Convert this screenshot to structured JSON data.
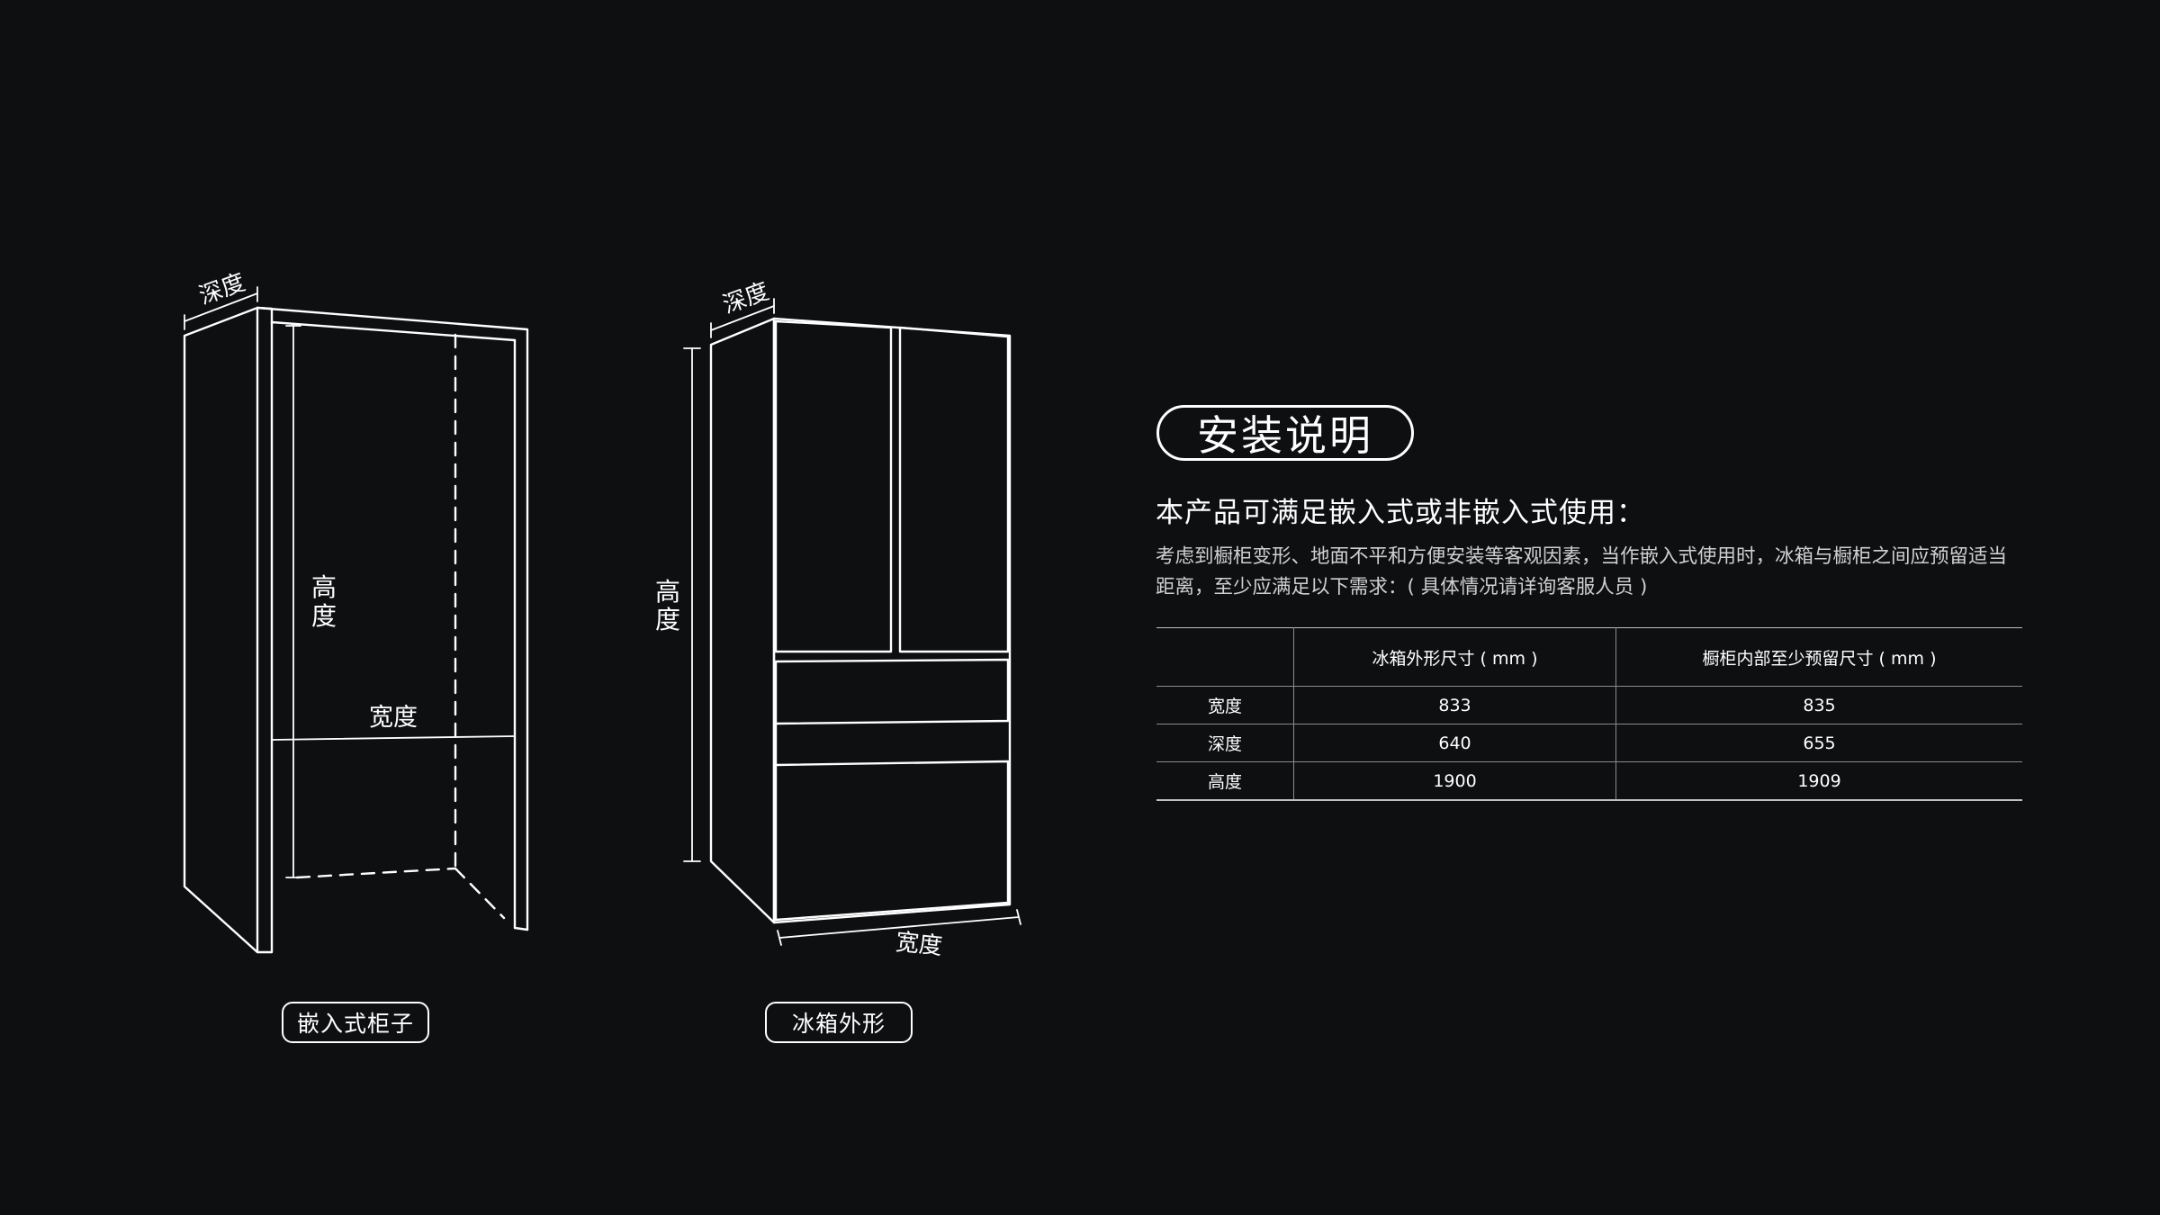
{
  "cabinet": {
    "depth_label": "深度",
    "height_label": "高度",
    "width_label": "宽度",
    "caption": "嵌入式柜子"
  },
  "fridge": {
    "depth_label": "深度",
    "height_label": "高度",
    "width_label": "宽度",
    "caption": "冰箱外形"
  },
  "install": {
    "title": "安装说明",
    "subtitle": "本产品可满足嵌入式或非嵌入式使用：",
    "description": "考虑到橱柜变形、地面不平和方便安装等客观因素，当作嵌入式使用时，冰箱与橱柜之间应预留适当距离，至少应满足以下需求：( 具体情况请详询客服人员 )"
  },
  "table": {
    "headers": [
      "",
      "冰箱外形尺寸 ( mm )",
      "橱柜内部至少预留尺寸 ( mm )"
    ],
    "rows": [
      {
        "label": "宽度",
        "fridge": "833",
        "cabinet": "835"
      },
      {
        "label": "深度",
        "fridge": "640",
        "cabinet": "655"
      },
      {
        "label": "高度",
        "fridge": "1900",
        "cabinet": "1909"
      }
    ]
  },
  "colors": {
    "background": "#0e0f11",
    "line": "#ffffff",
    "muted_text": "#cfd0d2"
  }
}
